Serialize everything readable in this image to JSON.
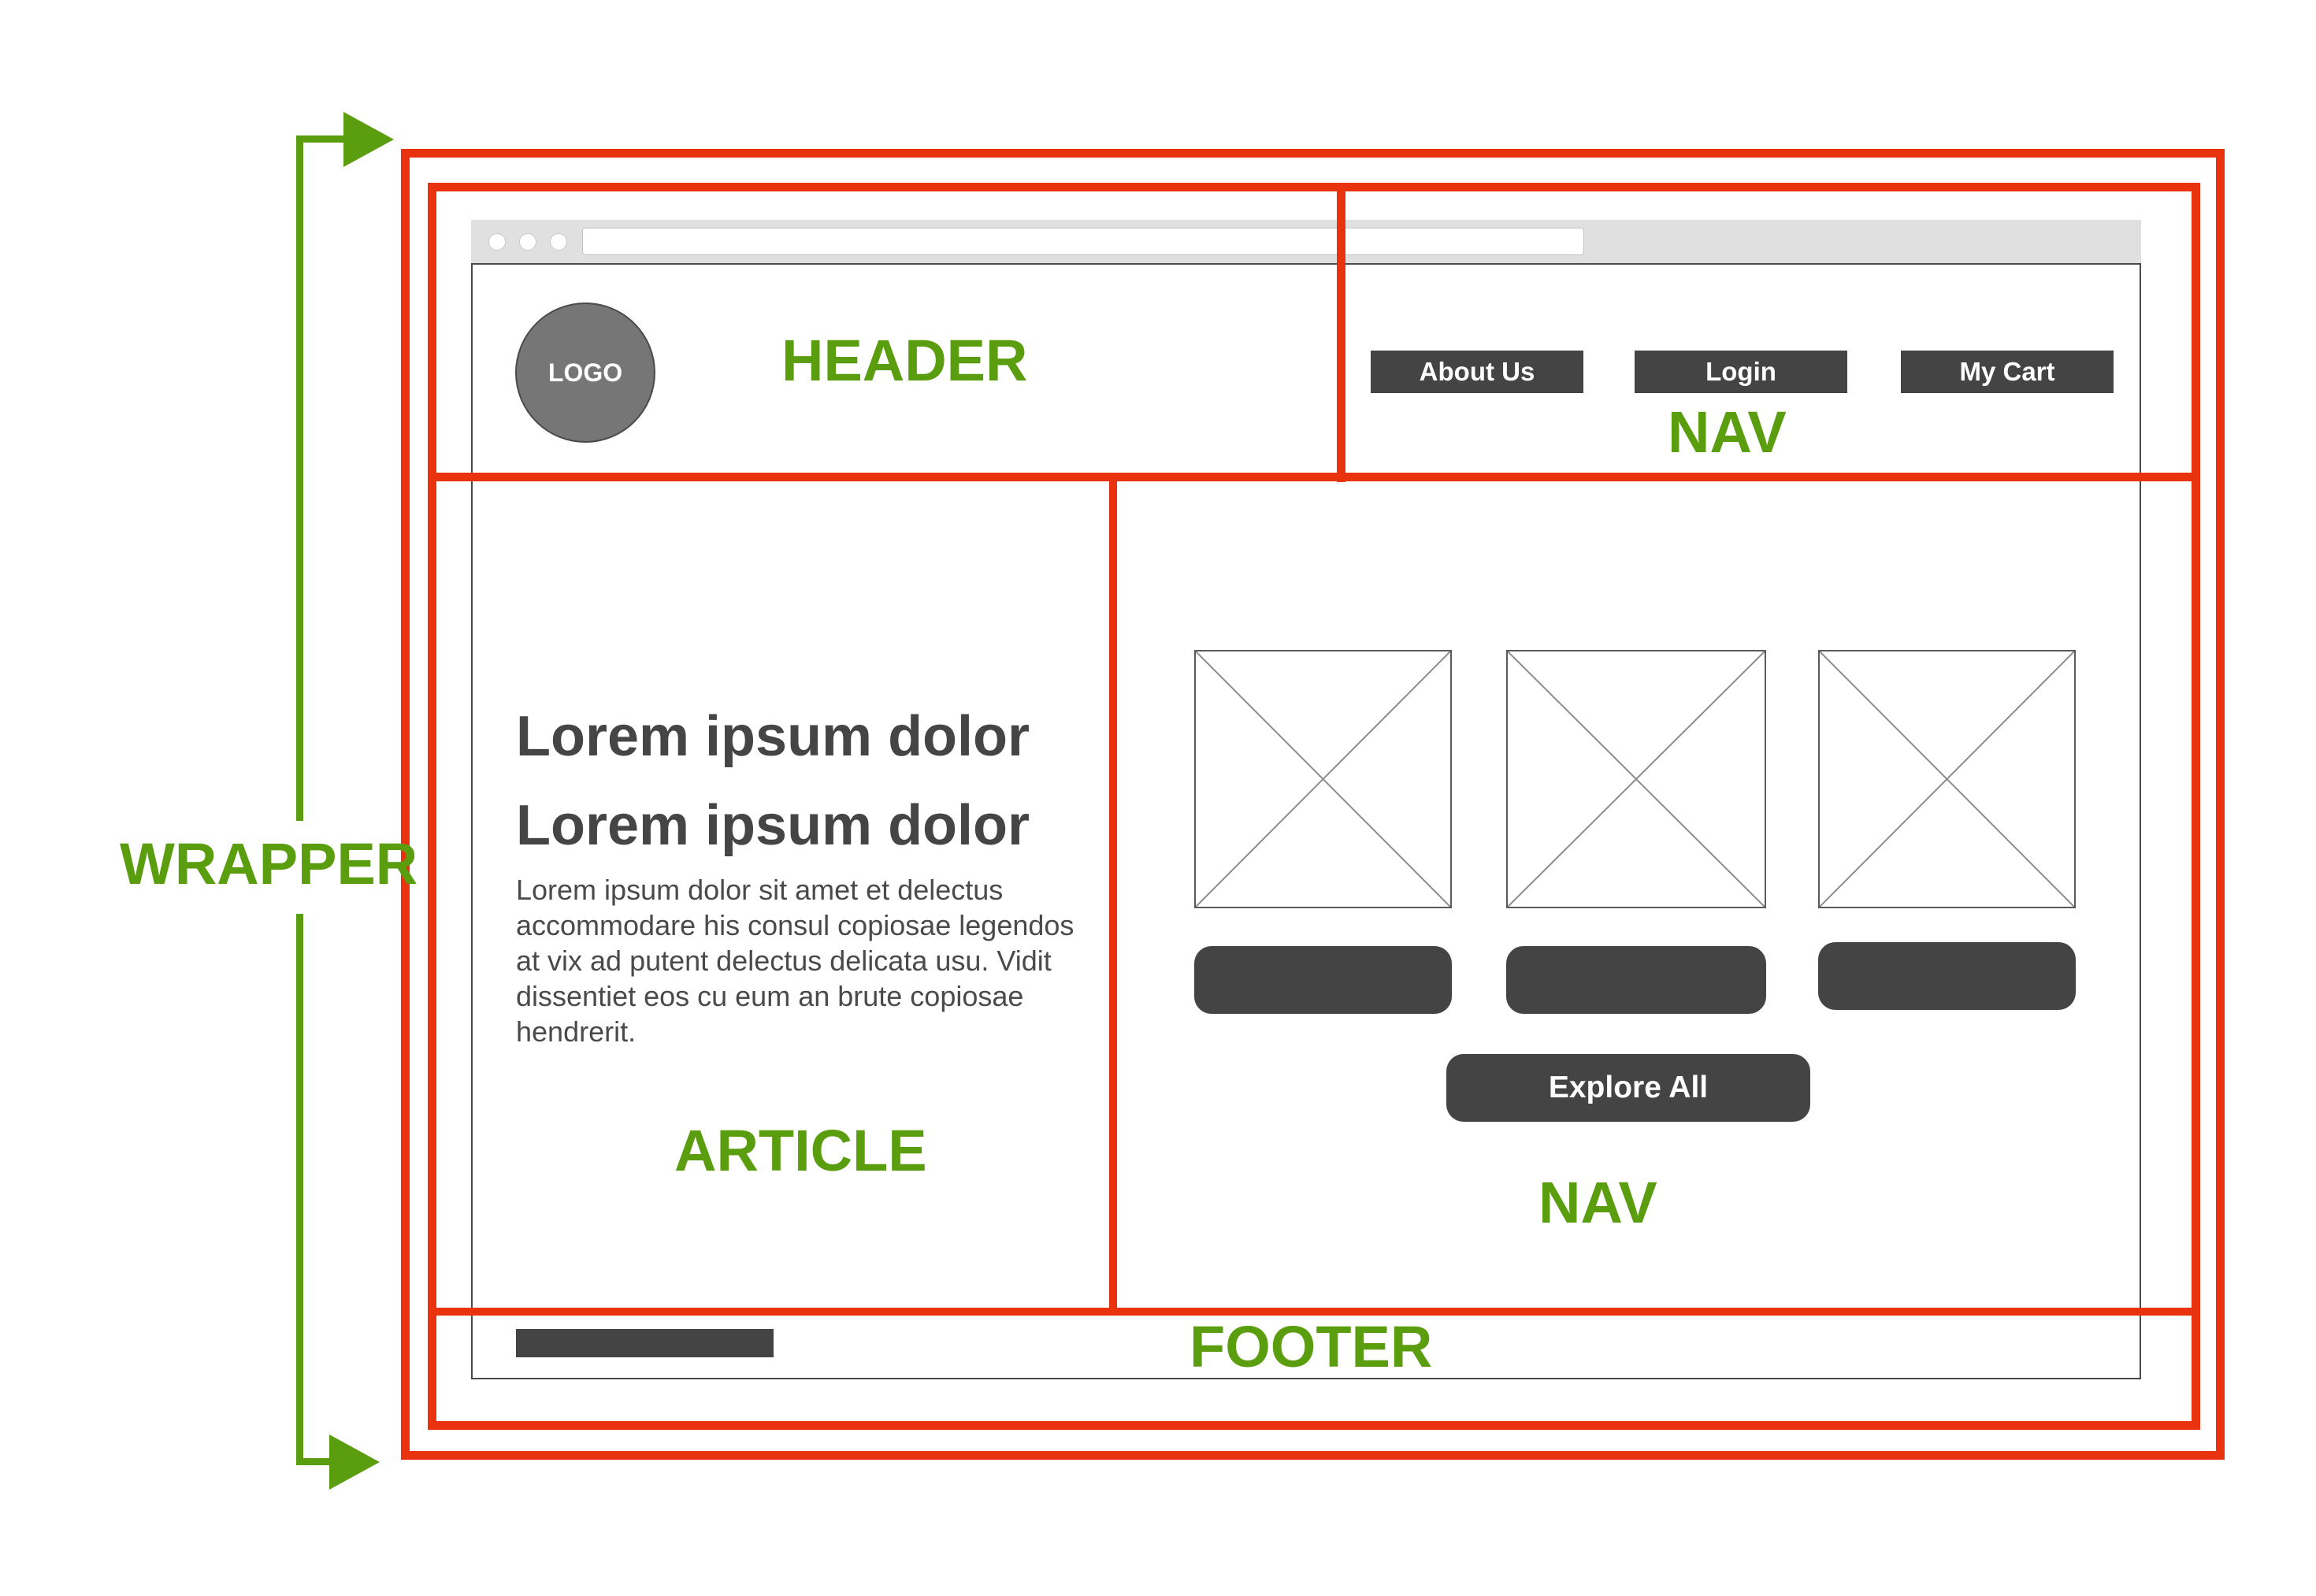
{
  "mockup": {
    "logo": "LOGO",
    "nav_buttons": [
      "About Us",
      "Login",
      "My Cart"
    ],
    "headline_1": "Lorem ipsum dolor",
    "headline_2": "Lorem ipsum dolor",
    "paragraph": "Lorem ipsum dolor sit amet et delectus accommodare his consul copiosae legendos at vix ad putent delectus delicata usu. Vidit dissentiet eos cu eum an brute copiosae hendrerit.",
    "explore_button": "Explore All"
  },
  "annotations": {
    "wrapper": "WRAPPER",
    "header": "HEADER",
    "nav_top": "NAV",
    "article": "ARTICLE",
    "nav_main": "NAV",
    "footer": "FOOTER"
  },
  "colors": {
    "annotation_box": "#e8330e",
    "annotation_text": "#5a9e0f",
    "wireframe_fill": "#444444"
  }
}
